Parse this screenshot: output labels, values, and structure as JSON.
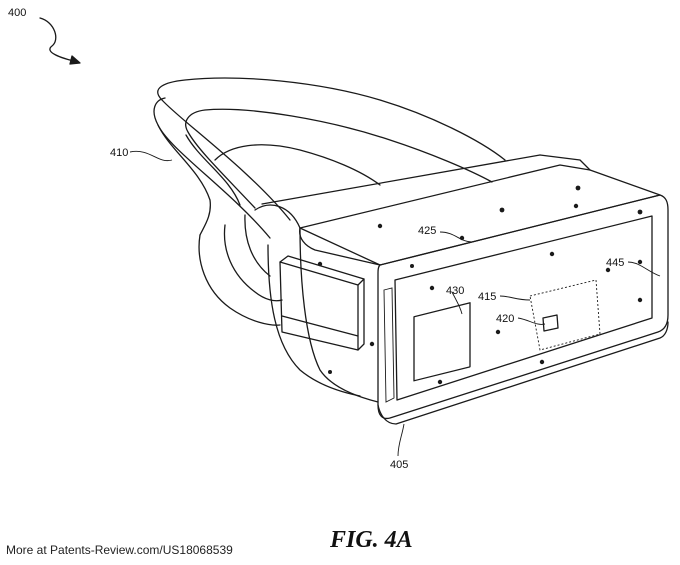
{
  "figure": {
    "label": "FIG. 4A",
    "refs": {
      "r400": "400",
      "r405": "405",
      "r410": "410",
      "r415": "415",
      "r420": "420",
      "r425": "425",
      "r430": "430",
      "r445": "445"
    }
  },
  "footer": {
    "text": "More at Patents-Review.com/US18068539"
  }
}
